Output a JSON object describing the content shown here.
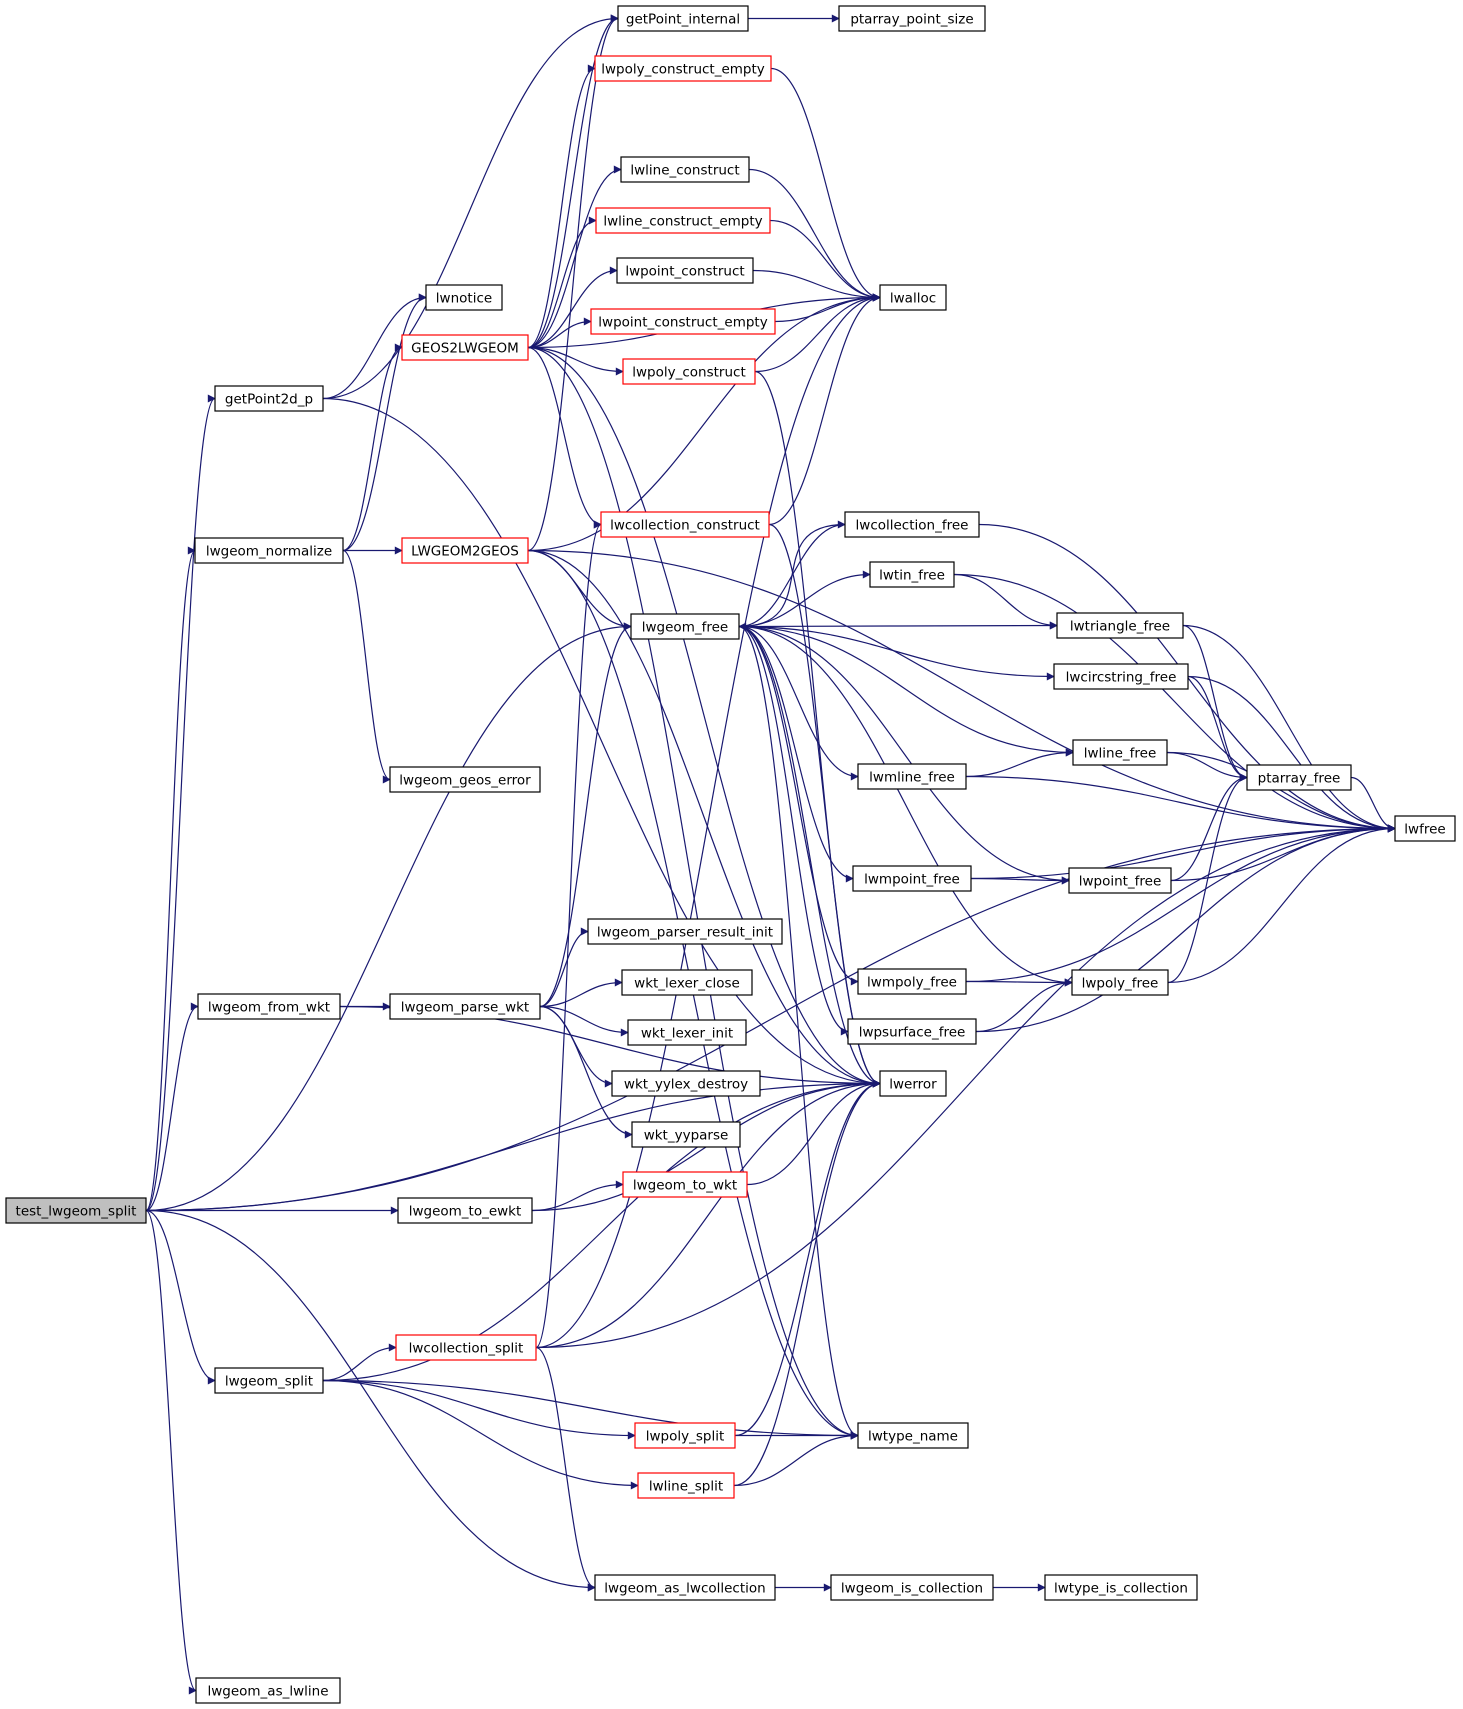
{
  "graph": {
    "colors": {
      "edge": "#191970",
      "border": "#000000",
      "border_incomplete": "#ff0000",
      "root_fill": "#bfbfbf"
    },
    "nodes": [
      {
        "id": "test_lwgeom_split",
        "label": "test_lwgeom_split",
        "style": "root"
      },
      {
        "id": "getPoint2d_p",
        "label": "getPoint2d_p",
        "style": "normal"
      },
      {
        "id": "lwgeom_normalize",
        "label": "lwgeom_normalize",
        "style": "normal"
      },
      {
        "id": "lwgeom_from_wkt",
        "label": "lwgeom_from_wkt",
        "style": "normal"
      },
      {
        "id": "lwgeom_split",
        "label": "lwgeom_split",
        "style": "normal"
      },
      {
        "id": "lwgeom_as_lwline",
        "label": "lwgeom_as_lwline",
        "style": "normal"
      },
      {
        "id": "lwnotice",
        "label": "lwnotice",
        "style": "normal"
      },
      {
        "id": "GEOS2LWGEOM",
        "label": "GEOS2LWGEOM",
        "style": "red"
      },
      {
        "id": "LWGEOM2GEOS",
        "label": "LWGEOM2GEOS",
        "style": "red"
      },
      {
        "id": "lwgeom_geos_error",
        "label": "lwgeom_geos_error",
        "style": "normal"
      },
      {
        "id": "lwgeom_parse_wkt",
        "label": "lwgeom_parse_wkt",
        "style": "normal"
      },
      {
        "id": "lwgeom_to_ewkt",
        "label": "lwgeom_to_ewkt",
        "style": "normal"
      },
      {
        "id": "lwcollection_split",
        "label": "lwcollection_split",
        "style": "red"
      },
      {
        "id": "getPoint_internal",
        "label": "getPoint_internal",
        "style": "normal"
      },
      {
        "id": "lwpoly_construct_empty",
        "label": "lwpoly_construct_empty",
        "style": "red"
      },
      {
        "id": "lwline_construct",
        "label": "lwline_construct",
        "style": "normal"
      },
      {
        "id": "lwline_construct_empty",
        "label": "lwline_construct_empty",
        "style": "red"
      },
      {
        "id": "lwpoint_construct",
        "label": "lwpoint_construct",
        "style": "normal"
      },
      {
        "id": "lwpoint_construct_empty",
        "label": "lwpoint_construct_empty",
        "style": "red"
      },
      {
        "id": "lwpoly_construct",
        "label": "lwpoly_construct",
        "style": "red"
      },
      {
        "id": "lwcollection_construct",
        "label": "lwcollection_construct",
        "style": "red"
      },
      {
        "id": "lwgeom_free",
        "label": "lwgeom_free",
        "style": "normal"
      },
      {
        "id": "lwgeom_parser_result_init",
        "label": "lwgeom_parser_result_init",
        "style": "normal"
      },
      {
        "id": "wkt_lexer_close",
        "label": "wkt_lexer_close",
        "style": "normal"
      },
      {
        "id": "wkt_lexer_init",
        "label": "wkt_lexer_init",
        "style": "normal"
      },
      {
        "id": "wkt_yylex_destroy",
        "label": "wkt_yylex_destroy",
        "style": "normal"
      },
      {
        "id": "wkt_yyparse",
        "label": "wkt_yyparse",
        "style": "normal"
      },
      {
        "id": "lwgeom_to_wkt",
        "label": "lwgeom_to_wkt",
        "style": "red"
      },
      {
        "id": "lwpoly_split",
        "label": "lwpoly_split",
        "style": "red"
      },
      {
        "id": "lwline_split",
        "label": "lwline_split",
        "style": "red"
      },
      {
        "id": "lwgeom_as_lwcollection",
        "label": "lwgeom_as_lwcollection",
        "style": "normal"
      },
      {
        "id": "ptarray_point_size",
        "label": "ptarray_point_size",
        "style": "normal"
      },
      {
        "id": "lwalloc",
        "label": "lwalloc",
        "style": "normal"
      },
      {
        "id": "lwcollection_free",
        "label": "lwcollection_free",
        "style": "normal"
      },
      {
        "id": "lwtin_free",
        "label": "lwtin_free",
        "style": "normal"
      },
      {
        "id": "lwmline_free",
        "label": "lwmline_free",
        "style": "normal"
      },
      {
        "id": "lwmpoint_free",
        "label": "lwmpoint_free",
        "style": "normal"
      },
      {
        "id": "lwmpoly_free",
        "label": "lwmpoly_free",
        "style": "normal"
      },
      {
        "id": "lwpsurface_free",
        "label": "lwpsurface_free",
        "style": "normal"
      },
      {
        "id": "lwerror",
        "label": "lwerror",
        "style": "normal"
      },
      {
        "id": "lwtype_name",
        "label": "lwtype_name",
        "style": "normal"
      },
      {
        "id": "lwgeom_is_collection",
        "label": "lwgeom_is_collection",
        "style": "normal"
      },
      {
        "id": "lwtriangle_free",
        "label": "lwtriangle_free",
        "style": "normal"
      },
      {
        "id": "lwcircstring_free",
        "label": "lwcircstring_free",
        "style": "normal"
      },
      {
        "id": "lwline_free",
        "label": "lwline_free",
        "style": "normal"
      },
      {
        "id": "lwpoint_free",
        "label": "lwpoint_free",
        "style": "normal"
      },
      {
        "id": "lwpoly_free",
        "label": "lwpoly_free",
        "style": "normal"
      },
      {
        "id": "lwtype_is_collection",
        "label": "lwtype_is_collection",
        "style": "normal"
      },
      {
        "id": "ptarray_free",
        "label": "ptarray_free",
        "style": "normal"
      },
      {
        "id": "lwfree",
        "label": "lwfree",
        "style": "normal"
      }
    ],
    "edges": [
      [
        "test_lwgeom_split",
        "getPoint2d_p"
      ],
      [
        "test_lwgeom_split",
        "lwgeom_normalize"
      ],
      [
        "test_lwgeom_split",
        "lwgeom_from_wkt"
      ],
      [
        "test_lwgeom_split",
        "lwgeom_split"
      ],
      [
        "test_lwgeom_split",
        "lwgeom_as_lwline"
      ],
      [
        "test_lwgeom_split",
        "lwgeom_to_ewkt"
      ],
      [
        "test_lwgeom_split",
        "lwgeom_free"
      ],
      [
        "test_lwgeom_split",
        "lwgeom_as_lwcollection"
      ],
      [
        "test_lwgeom_split",
        "lwerror"
      ],
      [
        "test_lwgeom_split",
        "lwfree"
      ],
      [
        "getPoint2d_p",
        "getPoint_internal"
      ],
      [
        "getPoint2d_p",
        "lwnotice"
      ],
      [
        "getPoint2d_p",
        "lwerror"
      ],
      [
        "getPoint_internal",
        "ptarray_point_size"
      ],
      [
        "lwgeom_normalize",
        "GEOS2LWGEOM"
      ],
      [
        "lwgeom_normalize",
        "LWGEOM2GEOS"
      ],
      [
        "lwgeom_normalize",
        "lwgeom_geos_error"
      ],
      [
        "lwgeom_normalize",
        "lwnotice"
      ],
      [
        "GEOS2LWGEOM",
        "lwpoly_construct_empty"
      ],
      [
        "GEOS2LWGEOM",
        "lwline_construct"
      ],
      [
        "GEOS2LWGEOM",
        "lwline_construct_empty"
      ],
      [
        "GEOS2LWGEOM",
        "lwpoint_construct"
      ],
      [
        "GEOS2LWGEOM",
        "lwpoint_construct_empty"
      ],
      [
        "GEOS2LWGEOM",
        "lwpoly_construct"
      ],
      [
        "GEOS2LWGEOM",
        "lwcollection_construct"
      ],
      [
        "GEOS2LWGEOM",
        "lwalloc"
      ],
      [
        "GEOS2LWGEOM",
        "getPoint_internal"
      ],
      [
        "GEOS2LWGEOM",
        "lwerror"
      ],
      [
        "GEOS2LWGEOM",
        "lwtype_name"
      ],
      [
        "LWGEOM2GEOS",
        "lwgeom_free"
      ],
      [
        "LWGEOM2GEOS",
        "lwalloc"
      ],
      [
        "LWGEOM2GEOS",
        "lwfree"
      ],
      [
        "LWGEOM2GEOS",
        "lwerror"
      ],
      [
        "LWGEOM2GEOS",
        "lwtype_name"
      ],
      [
        "LWGEOM2GEOS",
        "getPoint_internal"
      ],
      [
        "lwpoly_construct_empty",
        "lwalloc"
      ],
      [
        "lwline_construct",
        "lwalloc"
      ],
      [
        "lwline_construct_empty",
        "lwalloc"
      ],
      [
        "lwpoint_construct",
        "lwalloc"
      ],
      [
        "lwpoint_construct_empty",
        "lwalloc"
      ],
      [
        "lwpoly_construct",
        "lwalloc"
      ],
      [
        "lwpoly_construct",
        "lwerror"
      ],
      [
        "lwcollection_construct",
        "lwalloc"
      ],
      [
        "lwcollection_construct",
        "lwerror"
      ],
      [
        "lwgeom_free",
        "lwcollection_free"
      ],
      [
        "lwgeom_free",
        "lwtin_free"
      ],
      [
        "lwgeom_free",
        "lwtriangle_free"
      ],
      [
        "lwgeom_free",
        "lwcircstring_free"
      ],
      [
        "lwgeom_free",
        "lwline_free"
      ],
      [
        "lwgeom_free",
        "lwmline_free"
      ],
      [
        "lwgeom_free",
        "lwpoint_free"
      ],
      [
        "lwgeom_free",
        "lwmpoint_free"
      ],
      [
        "lwgeom_free",
        "lwpoly_free"
      ],
      [
        "lwgeom_free",
        "lwmpoly_free"
      ],
      [
        "lwgeom_free",
        "lwpsurface_free"
      ],
      [
        "lwgeom_free",
        "lwerror"
      ],
      [
        "lwgeom_free",
        "lwtype_name"
      ],
      [
        "lwcollection_free",
        "lwgeom_free"
      ],
      [
        "lwcollection_free",
        "lwfree"
      ],
      [
        "lwtin_free",
        "lwtriangle_free"
      ],
      [
        "lwtin_free",
        "lwfree"
      ],
      [
        "lwtriangle_free",
        "ptarray_free"
      ],
      [
        "lwtriangle_free",
        "lwfree"
      ],
      [
        "lwcircstring_free",
        "ptarray_free"
      ],
      [
        "lwcircstring_free",
        "lwfree"
      ],
      [
        "lwline_free",
        "ptarray_free"
      ],
      [
        "lwline_free",
        "lwfree"
      ],
      [
        "lwmline_free",
        "lwline_free"
      ],
      [
        "lwmline_free",
        "lwfree"
      ],
      [
        "lwpoint_free",
        "ptarray_free"
      ],
      [
        "lwpoint_free",
        "lwfree"
      ],
      [
        "lwmpoint_free",
        "lwpoint_free"
      ],
      [
        "lwmpoint_free",
        "lwfree"
      ],
      [
        "lwpoly_free",
        "ptarray_free"
      ],
      [
        "lwpoly_free",
        "lwfree"
      ],
      [
        "lwmpoly_free",
        "lwpoly_free"
      ],
      [
        "lwmpoly_free",
        "lwfree"
      ],
      [
        "lwpsurface_free",
        "lwpoly_free"
      ],
      [
        "lwpsurface_free",
        "lwfree"
      ],
      [
        "ptarray_free",
        "lwfree"
      ],
      [
        "lwgeom_from_wkt",
        "lwgeom_parse_wkt"
      ],
      [
        "lwgeom_from_wkt",
        "lwerror"
      ],
      [
        "lwgeom_parse_wkt",
        "lwgeom_parser_result_init"
      ],
      [
        "lwgeom_parse_wkt",
        "wkt_lexer_close"
      ],
      [
        "lwgeom_parse_wkt",
        "wkt_lexer_init"
      ],
      [
        "lwgeom_parse_wkt",
        "wkt_yylex_destroy"
      ],
      [
        "lwgeom_parse_wkt",
        "wkt_yyparse"
      ],
      [
        "lwgeom_parse_wkt",
        "lwgeom_free"
      ],
      [
        "lwgeom_to_ewkt",
        "lwgeom_to_wkt"
      ],
      [
        "lwgeom_to_ewkt",
        "lwerror"
      ],
      [
        "lwgeom_to_wkt",
        "lwerror"
      ],
      [
        "lwgeom_split",
        "lwcollection_split"
      ],
      [
        "lwgeom_split",
        "lwpoly_split"
      ],
      [
        "lwgeom_split",
        "lwline_split"
      ],
      [
        "lwgeom_split",
        "lwerror"
      ],
      [
        "lwgeom_split",
        "lwtype_name"
      ],
      [
        "lwcollection_split",
        "lwcollection_construct"
      ],
      [
        "lwcollection_split",
        "lwalloc"
      ],
      [
        "lwcollection_split",
        "lwgeom_as_lwcollection"
      ],
      [
        "lwcollection_split",
        "lwerror"
      ],
      [
        "lwcollection_split",
        "lwfree"
      ],
      [
        "lwpoly_split",
        "lwtype_name"
      ],
      [
        "lwpoly_split",
        "lwerror"
      ],
      [
        "lwline_split",
        "lwtype_name"
      ],
      [
        "lwline_split",
        "lwerror"
      ],
      [
        "lwgeom_as_lwcollection",
        "lwgeom_is_collection"
      ],
      [
        "lwgeom_is_collection",
        "lwtype_is_collection"
      ]
    ]
  }
}
